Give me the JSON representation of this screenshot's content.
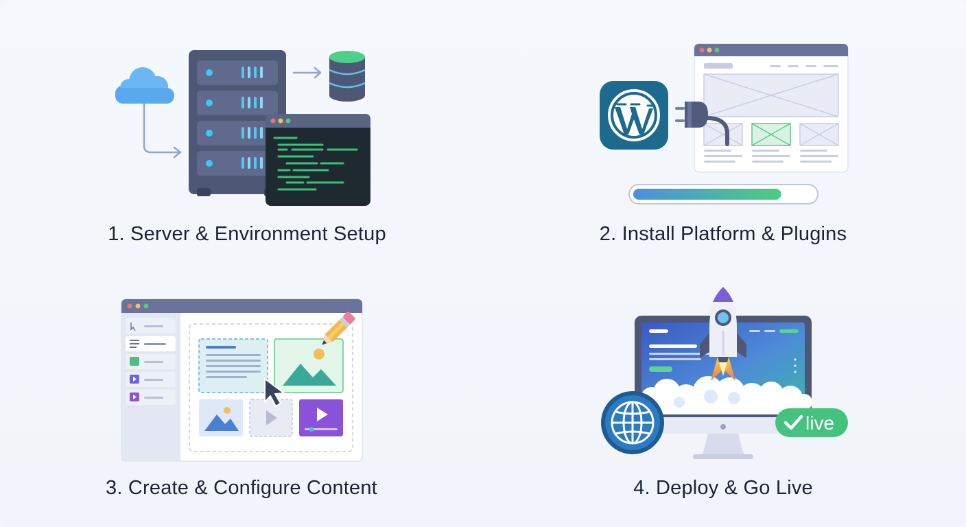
{
  "steps": [
    {
      "label": "1. Server & Environment Setup"
    },
    {
      "label": "2. Install Platform & Plugins"
    },
    {
      "label": "3. Create & Configure Content"
    },
    {
      "label": "4. Deploy & Go Live"
    }
  ],
  "badge": {
    "text": "live"
  },
  "install_progress": 0.82,
  "colors": {
    "server": "#4e5775",
    "terminal": "#1f2a30",
    "code": "#38c27a",
    "wordpress": "#1d6a8f",
    "accent_blue": "#4d7fe6",
    "accent_green": "#44c27e",
    "accent_purple": "#7b5fe0"
  }
}
